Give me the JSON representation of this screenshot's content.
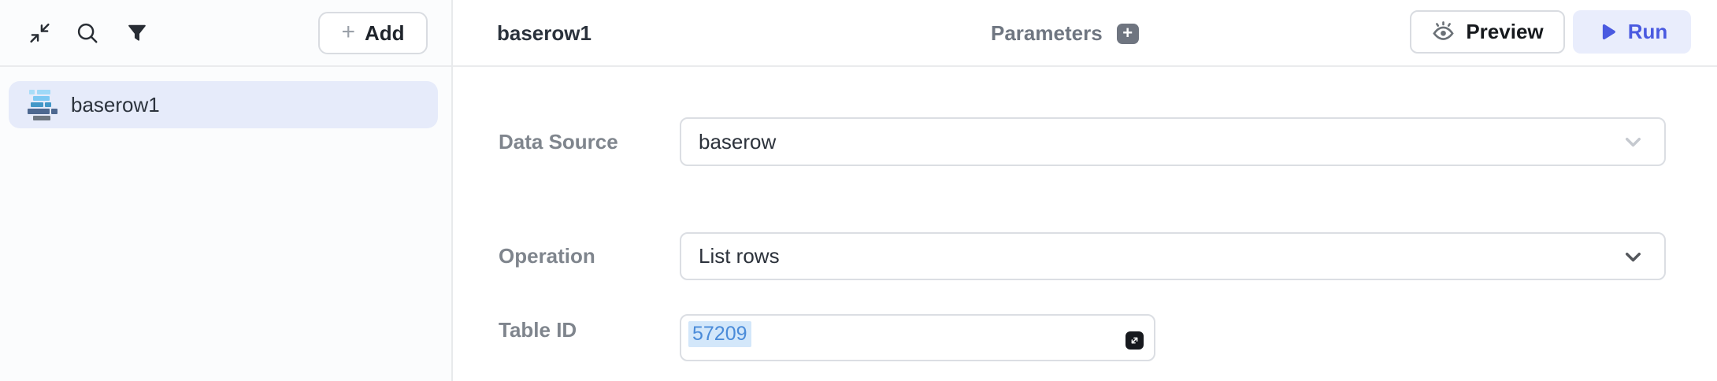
{
  "colors": {
    "accent": "#4a5ae0",
    "run-bg": "#e9edfc",
    "selected-item-bg": "#e6ebfa",
    "code-blue": "#4a8bd9",
    "code-selection": "#d3e7fa"
  },
  "sidebar": {
    "add_plus": "+",
    "add_label": "Add",
    "items": [
      {
        "label": "baserow1",
        "selected": true
      }
    ]
  },
  "header": {
    "title": "baserow1",
    "parameters_label": "Parameters",
    "parameters_plus": "+",
    "preview_label": "Preview",
    "run_label": "Run"
  },
  "form": {
    "fields": [
      {
        "label": "Data Source",
        "type": "select",
        "value": "baserow"
      },
      {
        "label": "Operation",
        "type": "select",
        "value": "List rows"
      },
      {
        "label": "Table ID",
        "type": "code",
        "value": "57209"
      }
    ]
  }
}
